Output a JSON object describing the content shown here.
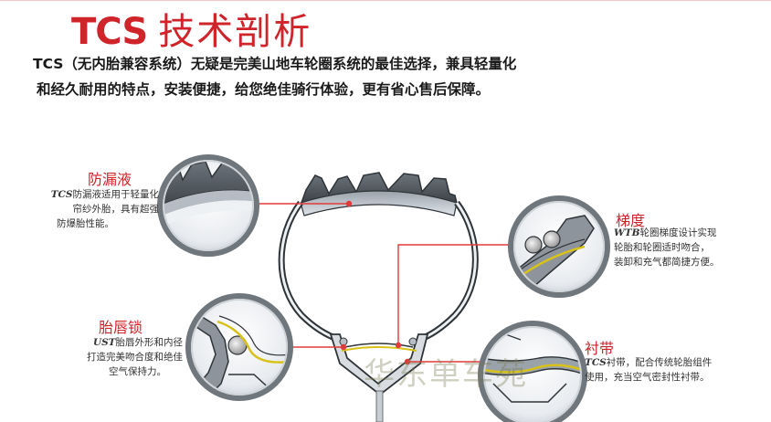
{
  "header": {
    "title_latin": "TCS",
    "title_cn": "技术剖析"
  },
  "intro": {
    "line1": "TCS（无内胎兼容系统）无疑是完美山地车轮圈系统的最佳选择，兼具轻量化",
    "line2": "和经久耐用的特点，安装便捷，给您绝佳骑行体验，更有省心售后保障。"
  },
  "callouts": {
    "sealant": {
      "title": "防漏液",
      "lead": "TCS",
      "line1": "防漏液适用于轻量化",
      "line2": "帘纱外胎，具有超强",
      "line3": "防爆胎性能。"
    },
    "gradient": {
      "title": "梯度",
      "lead": "WTB",
      "line1": "轮圈梯度设计实现",
      "line2": "轮胎和轮圈适时吻合，",
      "line3": "装卸和充气都简捷方便。"
    },
    "bead_lock": {
      "title": "胎唇锁",
      "lead": "UST",
      "line1": "胎唇外形和内径",
      "line2": "打造完美吻合度和绝佳",
      "line3": "空气保持力。"
    },
    "rim_strip": {
      "title": "衬带",
      "lead": "TCS",
      "line1": "衬带，配合传统轮胎组件",
      "line2": "使用，充当空气密封性衬带。"
    }
  },
  "watermark": "华东单车苑",
  "colors": {
    "accent": "#d0242b",
    "leader": "#e23a3a",
    "yellow_line": "#d8c21a"
  }
}
